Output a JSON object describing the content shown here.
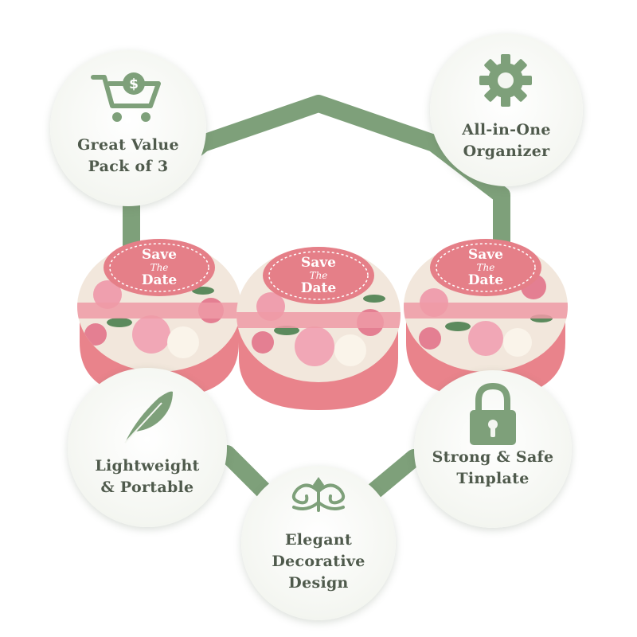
{
  "colors": {
    "sage": "#7ea07a",
    "sage_dark": "#6b8f67",
    "label_text": "#4f5a4c",
    "tin_pink": "#e9838b",
    "tin_pink_dark": "#d6707a",
    "badge_pink": "#e57f88",
    "floral_bg": "#f2e7dc"
  },
  "features": [
    {
      "id": "value",
      "icon": "shopping-cart-dollar-icon",
      "lines": [
        "Great Value",
        "Pack of 3"
      ]
    },
    {
      "id": "organizer",
      "icon": "gear-icon",
      "lines": [
        "All-in-One",
        "Organizer"
      ]
    },
    {
      "id": "portable",
      "icon": "feather-icon",
      "lines": [
        "Lightweight",
        "& Portable"
      ]
    },
    {
      "id": "design",
      "icon": "ornament-icon",
      "lines": [
        "Elegant",
        "Decorative",
        "Design"
      ]
    },
    {
      "id": "safe",
      "icon": "padlock-icon",
      "lines": [
        "Strong & Safe",
        "Tinplate"
      ]
    }
  ],
  "tins": [
    {
      "badge_line1": "Save",
      "badge_line2": "The",
      "badge_line3": "Date"
    },
    {
      "badge_line1": "Save",
      "badge_line2": "The",
      "badge_line3": "Date"
    },
    {
      "badge_line1": "Save",
      "badge_line2": "The",
      "badge_line3": "Date"
    }
  ]
}
